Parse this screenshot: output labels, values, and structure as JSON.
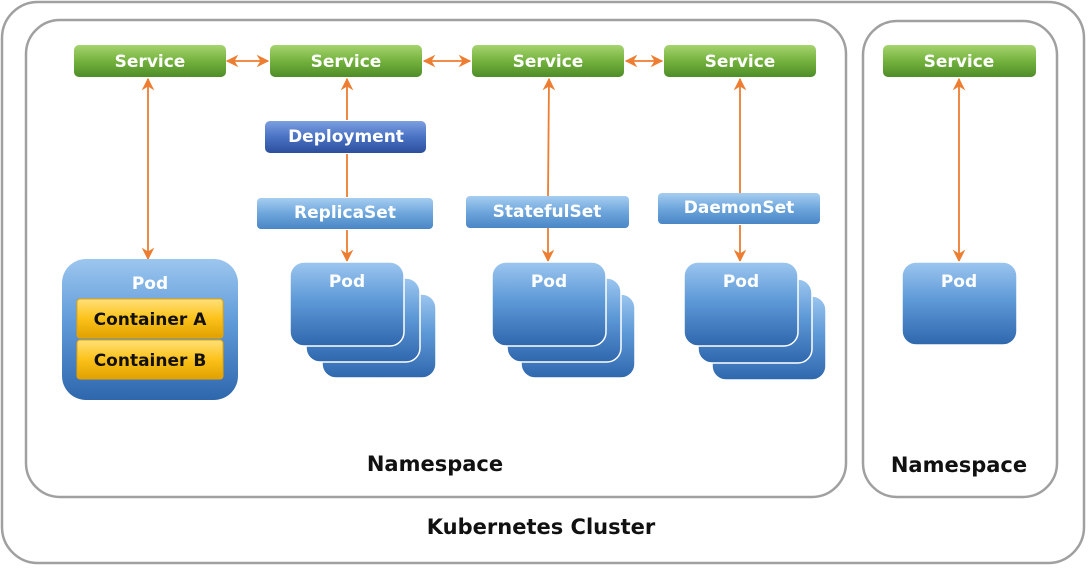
{
  "diagram": {
    "cluster_label": "Kubernetes Cluster",
    "namespace_main_label": "Namespace",
    "namespace_side_label": "Namespace",
    "services": [
      "Service",
      "Service",
      "Service",
      "Service",
      "Service"
    ],
    "deployment_label": "Deployment",
    "replicaset_label": "ReplicaSet",
    "statefulset_label": "StatefulSet",
    "daemonset_label": "DaemonSet",
    "pod_labels": [
      "Pod",
      "Pod",
      "Pod",
      "Pod",
      "Pod"
    ],
    "containers": [
      "Container A",
      "Container B"
    ]
  },
  "colors": {
    "service_green": "#6aa83a",
    "controller_blue": "#5b9bd5",
    "deployment_blue": "#3a62b4",
    "pod_blue": "#4a8ad0",
    "container_yellow": "#f5b800",
    "arrow_orange": "#ed7d31",
    "frame_gray": "#9e9e9e"
  }
}
